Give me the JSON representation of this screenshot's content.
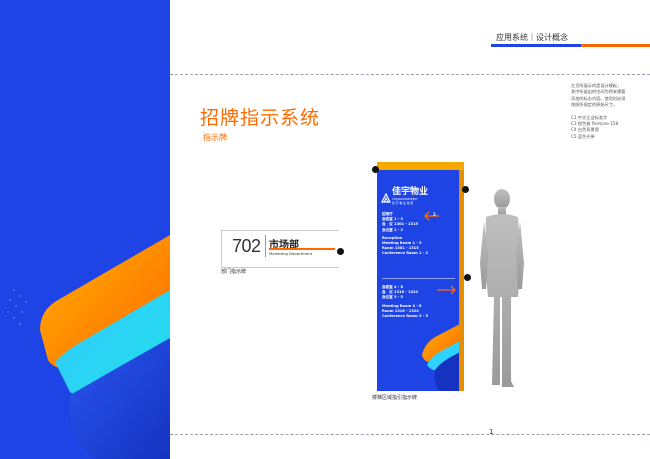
{
  "header": {
    "title": "应用系统｜设计概念"
  },
  "page": {
    "title": "招牌指示系统",
    "subtitle": "指示牌",
    "page_number": "1"
  },
  "notes": {
    "paragraphs": [
      "左页所展示的是设计模板，",
      "其中所留出的空间为将来需要",
      "添加的标志内容。使用时必须",
      "按照所规定的原始尺寸。"
    ],
    "specs": [
      "C1  中文企业标准字",
      "C3  橙色香 Pantone 158",
      "C4  白色背景墙",
      "C5  蓝色光带"
    ]
  },
  "door_sign": {
    "number": "702",
    "name": "市场部",
    "name_en": "Marketing Department",
    "caption": "部门指示牌"
  },
  "totem": {
    "logo_cn": "佳宇物业",
    "logo_en": "CHIJIAN PROPERTY",
    "logo_sub": "佳 宇 物 业 集 团",
    "floor_left": "2",
    "group1": [
      "招待厅",
      "会客室 1 - 3",
      "会　议 1301 - 1315",
      "会议室 1 - 2",
      "Reception",
      "Meeting Room 1 - 3",
      "Room 1301 - 1315",
      "Conference Room 1 - 2"
    ],
    "group2": [
      "会客室 4 - 8",
      "会　议 1316 - 1324",
      "会议室 3 - 5",
      "Meeting Room 4 - 8",
      "Room 1316 - 1324",
      "Conference Room 3 - 5"
    ],
    "caption": "楼梯区域指引指示牌"
  },
  "colors": {
    "brand_blue": "#1e44e6",
    "brand_orange": "#ff6a00",
    "accent_yellow": "#f5a800",
    "accent_cyan": "#2fd3ff"
  }
}
